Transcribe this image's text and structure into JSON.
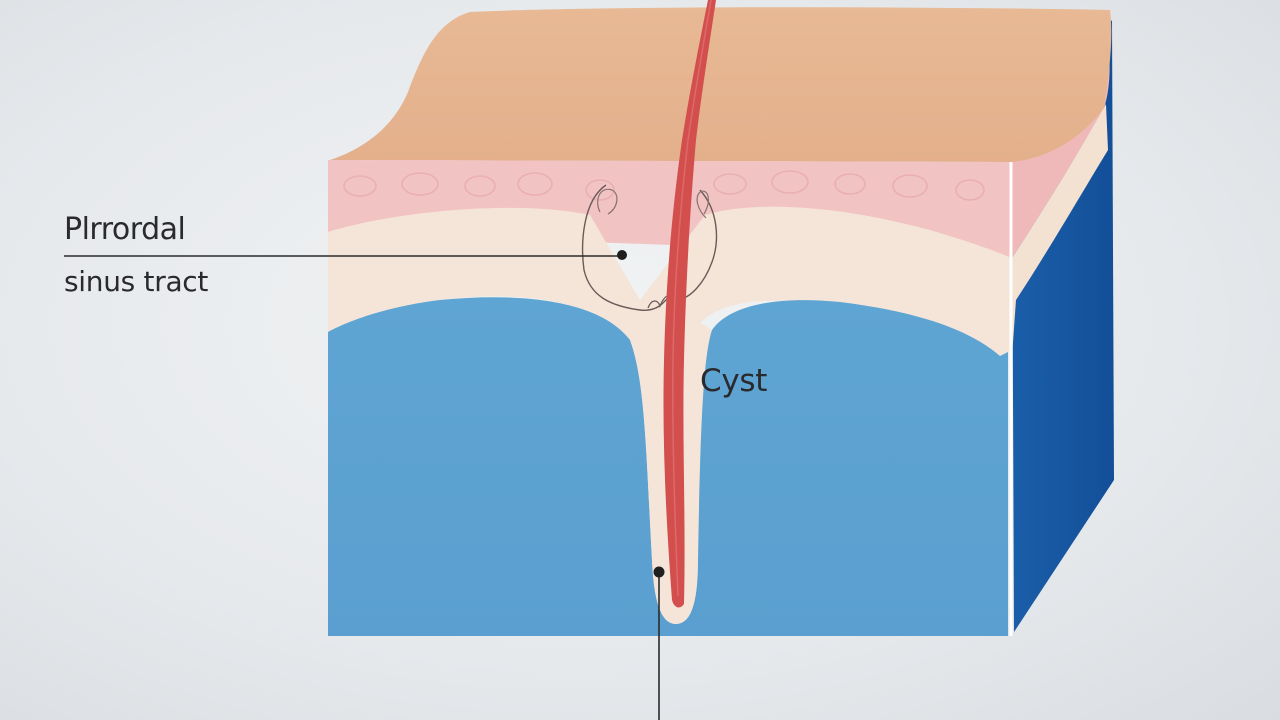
{
  "labels": {
    "tract_line1": "Plrrordal",
    "tract_line2": "sinus tract",
    "cyst": "Cyst"
  },
  "colors": {
    "background": "#e6e9ec",
    "skin_surface": "#e6b48f",
    "epidermis": "#f2c4c4",
    "dermis": "#f4e4d6",
    "fat_layer": "#5ea4d2",
    "side_face": "#1a5aa6",
    "tract": "#d2504f",
    "leader_line": "#2b2b2b"
  }
}
